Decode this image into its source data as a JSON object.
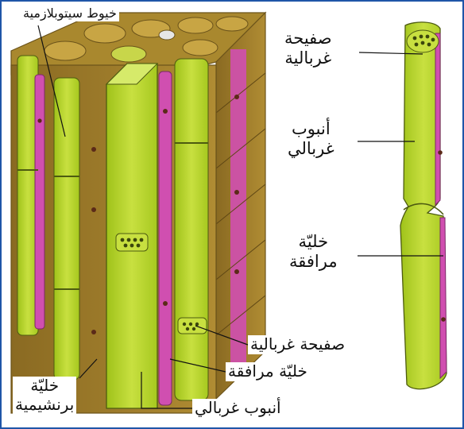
{
  "labels": {
    "plasmodesmata": "خيوط سيتوبلازمية",
    "sieve_plate_right": [
      "صفيحة",
      "غربالية"
    ],
    "sieve_tube_right": [
      "أنبوب",
      "غربالي"
    ],
    "companion_cell_right": [
      "خليّة",
      "مرافقة"
    ],
    "sieve_plate_bottom": "صفيحة غربالية",
    "companion_cell_bottom": "خليّة مرافقة",
    "parenchyma_cell": [
      "خليّة",
      "برنشيمية"
    ],
    "sieve_tube_bottom": "أنبوب غربالي"
  },
  "colors": {
    "sieve_tube": "#b8d62a",
    "companion_cell": "#d04fb0",
    "parenchyma": "#9a7a2a",
    "border": "#1f55a8"
  }
}
